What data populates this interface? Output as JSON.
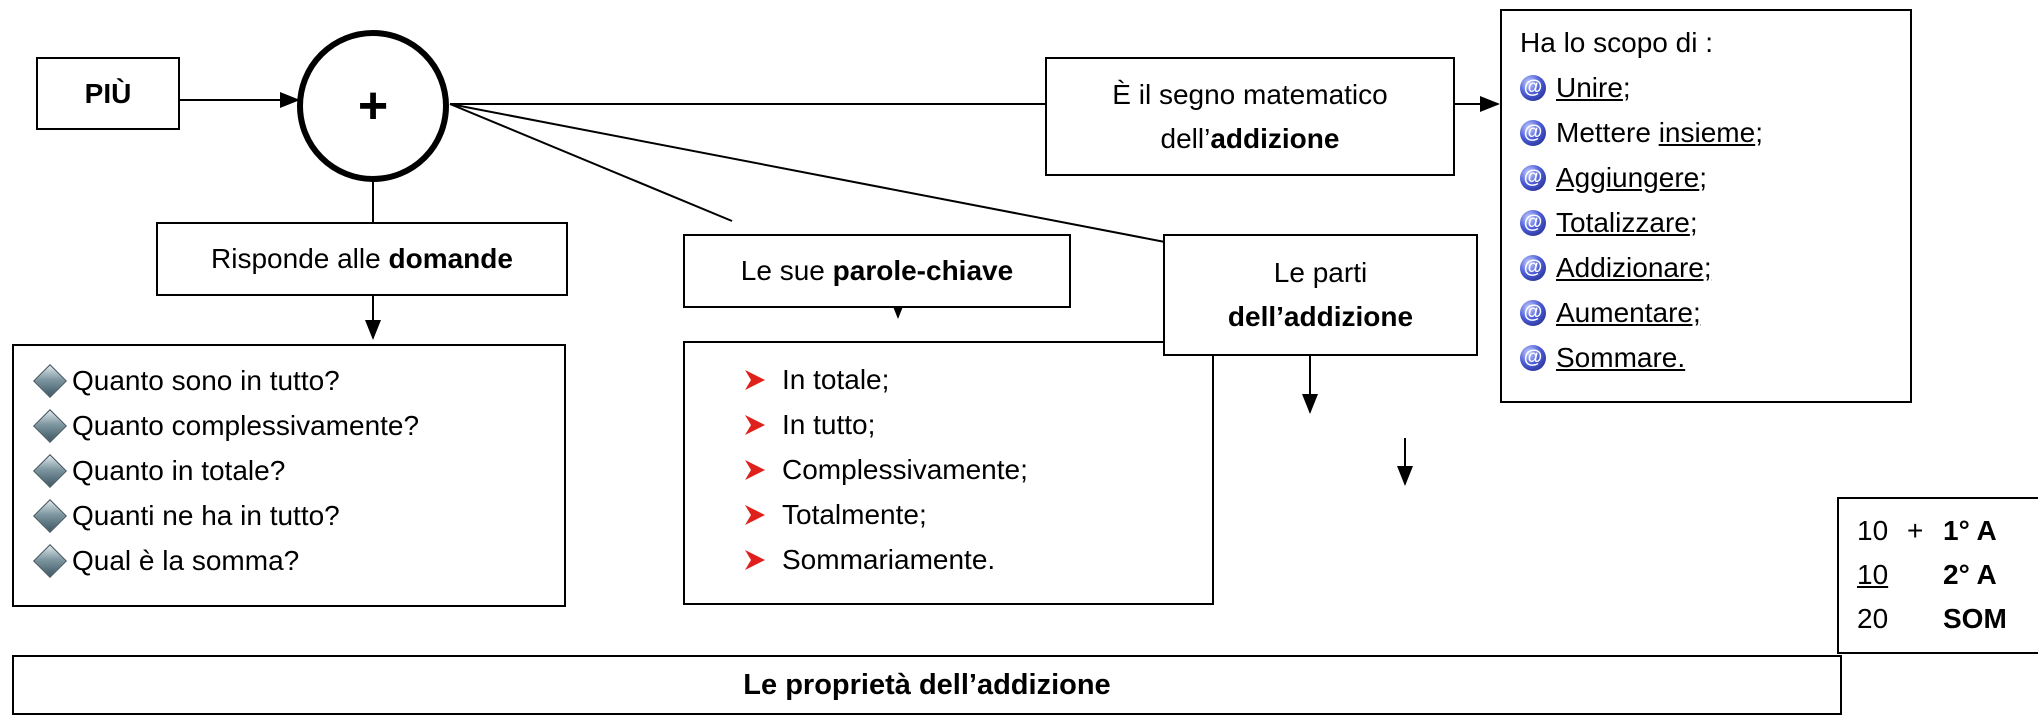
{
  "nodes": {
    "piu": "PIÙ",
    "plus_sign": "+",
    "segno": {
      "line1": "È il segno matematico",
      "line2_pre": "dell’",
      "line2_bold": "addizione"
    },
    "domande": {
      "pre": "Risponde alle ",
      "bold": "domande"
    },
    "parole": {
      "pre": "Le sue ",
      "bold": "parole-chiave"
    },
    "parti": {
      "line1": "Le parti",
      "line2_bold": "dell’addizione"
    }
  },
  "scopo": {
    "title": "Ha lo scopo di :",
    "items": [
      {
        "pre": "",
        "u": "Unire",
        "post": ";"
      },
      {
        "pre": "Mettere ",
        "u": "insieme",
        "post": ";"
      },
      {
        "pre": "",
        "u": "Aggiungere",
        "post": ";"
      },
      {
        "pre": "",
        "u": "Totalizzare",
        "post": ";"
      },
      {
        "pre": "",
        "u": "Addizionare;",
        "post": ""
      },
      {
        "pre": "",
        "u": "Aumentare;",
        "post": ""
      },
      {
        "pre": "",
        "u": "Sommare.",
        "post": ""
      }
    ],
    "icon": "e-circle-icon",
    "icon_char": "@"
  },
  "domande_list": {
    "items": [
      "Quanto sono in tutto?",
      "Quanto complessivamente?",
      "Quanto in totale?",
      "Quanti ne ha in tutto?",
      "Qual è la somma?"
    ],
    "icon": "diamond-bullet-icon"
  },
  "parole_list": {
    "items": [
      "In totale;",
      "In tutto;",
      "Complessivamente;",
      "Totalmente;",
      "Sommariamente."
    ],
    "icon": "red-arrow-bullet-icon"
  },
  "example": {
    "rows": [
      {
        "num": "10",
        "op": "+",
        "label": "1° A"
      },
      {
        "num": "10",
        "op": "",
        "label": "2° A"
      },
      {
        "num": "20",
        "op": "",
        "label": "SOM"
      }
    ]
  },
  "properties_title": "Le proprietà dell’addizione",
  "colors": {
    "border": "#000000",
    "arrow_bullet": "#e0201b",
    "e_icon": "#3a45c8"
  }
}
